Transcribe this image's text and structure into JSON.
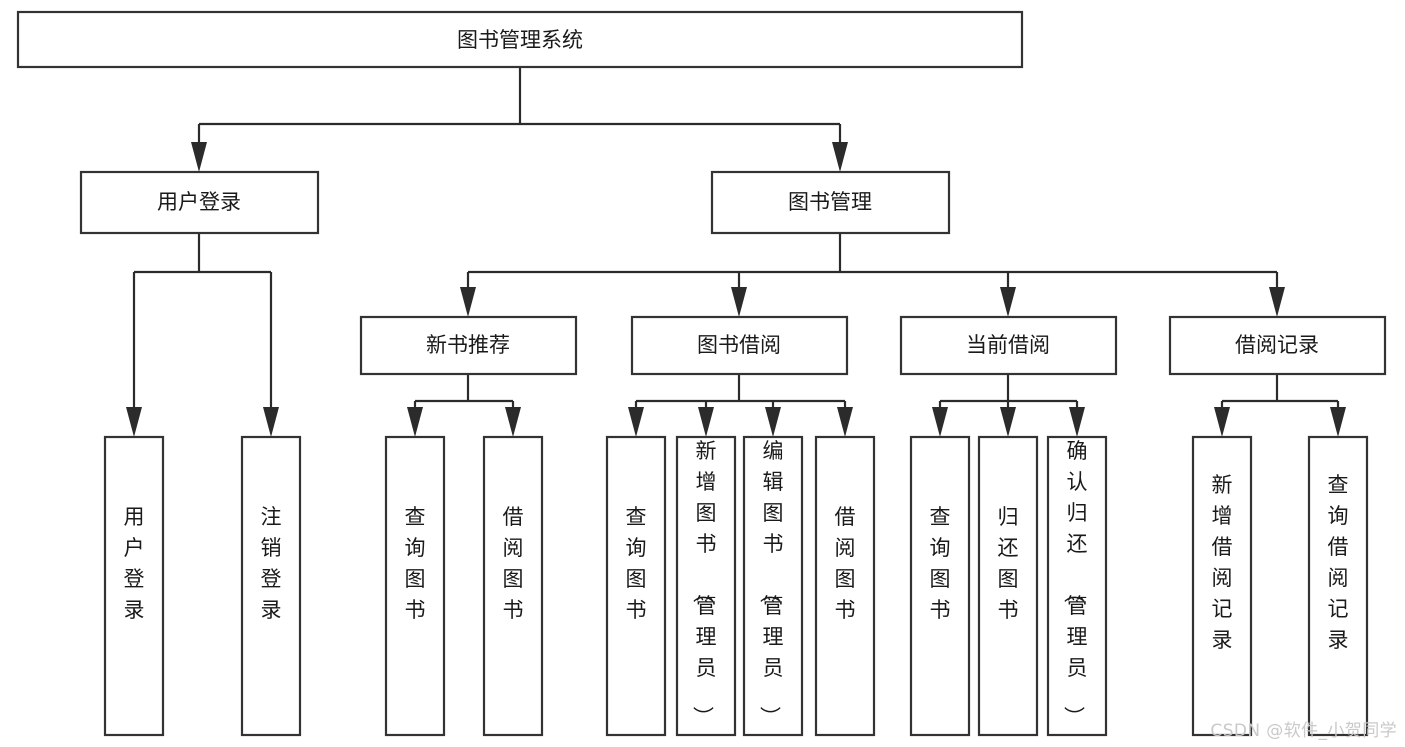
{
  "diagram": {
    "title": "图书管理系统",
    "type": "hierarchy-tree",
    "background_color": "#ffffff",
    "box_stroke_color": "#333333",
    "edge_color": "#2b2b2b",
    "text_color": "#1a1a1a",
    "levels": [
      {
        "level": 1,
        "nodes": [
          {
            "id": "root",
            "label": "图书管理系统",
            "orientation": "horizontal"
          }
        ]
      },
      {
        "level": 2,
        "nodes": [
          {
            "id": "user-login",
            "label": "用户登录",
            "orientation": "horizontal",
            "parent": "root"
          },
          {
            "id": "book-manage",
            "label": "图书管理",
            "orientation": "horizontal",
            "parent": "root"
          }
        ]
      },
      {
        "level": 3,
        "nodes": [
          {
            "id": "new-book-rec",
            "label": "新书推荐",
            "orientation": "horizontal",
            "parent": "book-manage"
          },
          {
            "id": "book-borrow",
            "label": "图书借阅",
            "orientation": "horizontal",
            "parent": "book-manage"
          },
          {
            "id": "current-borrow",
            "label": "当前借阅",
            "orientation": "horizontal",
            "parent": "book-manage"
          },
          {
            "id": "borrow-record",
            "label": "借阅记录",
            "orientation": "horizontal",
            "parent": "book-manage"
          }
        ]
      },
      {
        "level": 4,
        "nodes": [
          {
            "id": "leaf-user-login",
            "label": "用户登录",
            "orientation": "vertical",
            "parent": "user-login"
          },
          {
            "id": "leaf-logout",
            "label": "注销登录",
            "orientation": "vertical",
            "parent": "user-login"
          },
          {
            "id": "leaf-query-book-1",
            "label": "查询图书",
            "orientation": "vertical",
            "parent": "new-book-rec"
          },
          {
            "id": "leaf-borrow-book-1",
            "label": "借阅图书",
            "orientation": "vertical",
            "parent": "new-book-rec"
          },
          {
            "id": "leaf-query-book-2",
            "label": "查询图书",
            "orientation": "vertical",
            "parent": "book-borrow"
          },
          {
            "id": "leaf-add-book",
            "label": "新增图书（管理员）",
            "orientation": "vertical",
            "parent": "book-borrow"
          },
          {
            "id": "leaf-edit-book",
            "label": "编辑图书（管理员）",
            "orientation": "vertical",
            "parent": "book-borrow"
          },
          {
            "id": "leaf-borrow-book-2",
            "label": "借阅图书",
            "orientation": "vertical",
            "parent": "book-borrow"
          },
          {
            "id": "leaf-query-book-3",
            "label": "查询图书",
            "orientation": "vertical",
            "parent": "current-borrow"
          },
          {
            "id": "leaf-return-book",
            "label": "归还图书",
            "orientation": "vertical",
            "parent": "current-borrow"
          },
          {
            "id": "leaf-confirm-return",
            "label": "确认归还（管理员）",
            "orientation": "vertical",
            "parent": "current-borrow"
          },
          {
            "id": "leaf-add-record",
            "label": "新增借阅记录",
            "orientation": "vertical",
            "parent": "borrow-record"
          },
          {
            "id": "leaf-query-record",
            "label": "查询借阅记录",
            "orientation": "vertical",
            "parent": "borrow-record"
          }
        ]
      }
    ]
  },
  "watermark": {
    "text": "CSDN @软件_小贺同学"
  }
}
